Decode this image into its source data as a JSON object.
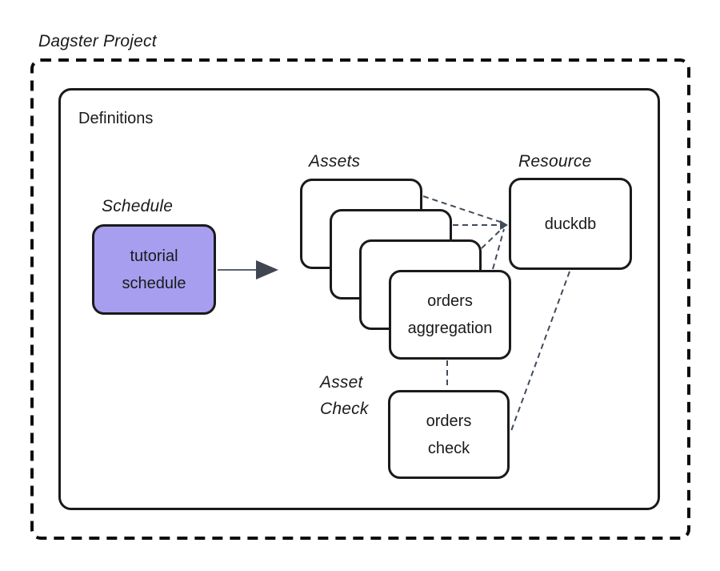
{
  "diagram": {
    "project_label": "Dagster Project",
    "definitions_label": "Definitions",
    "groups": {
      "schedule_label": "Schedule",
      "assets_label": "Assets",
      "resource_label": "Resource",
      "asset_check_label": "Asset\nCheck"
    },
    "nodes": {
      "tutorial_schedule": "tutorial\nschedule",
      "orders_aggregation": "orders\naggregation",
      "duckdb": "duckdb",
      "orders_check": "orders\ncheck"
    },
    "colors": {
      "schedule_fill": "#A89EF0",
      "node_border": "#1A1A1A",
      "connector": "#414B5A",
      "arrow": "#3F4652",
      "background": "#FFFFFF",
      "text": "#1A1A1A"
    }
  }
}
